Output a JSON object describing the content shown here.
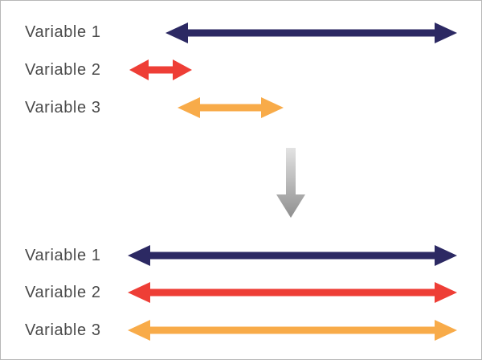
{
  "diagram": {
    "description_colors": {
      "navy": "#2c2963",
      "red": "#ee3e36",
      "orange": "#f8ab49",
      "gray_arrow_start": "#e3e3e3",
      "gray_arrow_end": "#8f8f8f",
      "label_text": "#4a4a4a",
      "border": "#b7b7b7"
    },
    "top_group": {
      "rows": [
        {
          "label": "Variable 1"
        },
        {
          "label": "Variable 2"
        },
        {
          "label": "Variable 3"
        }
      ]
    },
    "bottom_group": {
      "rows": [
        {
          "label": "Variable 1"
        },
        {
          "label": "Variable 2"
        },
        {
          "label": "Variable 3"
        }
      ]
    }
  }
}
